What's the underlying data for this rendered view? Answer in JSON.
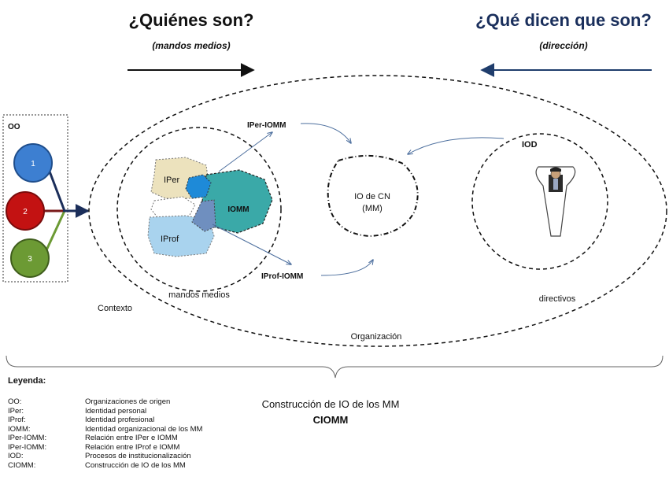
{
  "header": {
    "left_title": "¿Quiénes son?",
    "left_subtitle": "(mandos medios)",
    "right_title": "¿Qué dicen que son?",
    "right_subtitle": "(dirección)"
  },
  "colors": {
    "right_title": "#1a2f5c",
    "circle_1": "#3d7fd1",
    "circle_2": "#c31212",
    "circle_3": "#6c9a34",
    "iper_blob": "#ece2bd",
    "iprof_blob": "#a9d3ee",
    "iomm_blob": "#3aa9a8",
    "arrow_blue": "#1f3d6c"
  },
  "left_box": {
    "label": "OO",
    "circles": [
      "1",
      "2",
      "3"
    ]
  },
  "diagram": {
    "iper": "IPer",
    "iprof": "IProf",
    "iomm": "IOMM",
    "iper_iomm": "IPer-IOMM",
    "iprof_iomm": "IProf-IOMM",
    "center_line1": "IO de CN",
    "center_line2": "(MM)",
    "iod": "IOD",
    "mandos_medios": "mandos medios",
    "directivos": "directivos",
    "contexto": "Contexto",
    "organizacion": "Organización"
  },
  "bottom": {
    "legend_title": "Leyenda:",
    "construction_title": "Construcción de IO de los MM",
    "construction_abbr": "CIOMM",
    "legend_items": [
      {
        "abbr": "OO:",
        "desc": "Organizaciones de origen"
      },
      {
        "abbr": "IPer:",
        "desc": "Identidad personal"
      },
      {
        "abbr": "IProf:",
        "desc": "Identidad profesional"
      },
      {
        "abbr": "IOMM:",
        "desc": "Identidad organizacional de los MM"
      },
      {
        "abbr": "IPer-IOMM:",
        "desc": "Relación entre IPer e IOMM"
      },
      {
        "abbr": "IPer-IOMM:",
        "desc": "Relación entre IProf e IOMM"
      },
      {
        "abbr": "IOD:",
        "desc": "Procesos de institucionalización"
      },
      {
        "abbr": "CIOMM:",
        "desc": "Construcción de IO de los MM"
      }
    ]
  }
}
